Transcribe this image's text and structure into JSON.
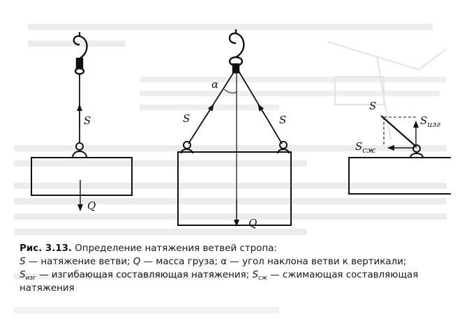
{
  "labels": {
    "S": "S",
    "Q": "Q",
    "alpha": "α",
    "S_bend_base": "S",
    "S_bend_sub": "изг",
    "S_comp_base": "S",
    "S_comp_sub": "сж"
  },
  "caption": {
    "title": "Рис. 3.13.",
    "title_rest": " Определение натяжения ветвей стропа:",
    "l2_s": "S",
    "l2_rest1": " — натяжение ветви; ",
    "l2_q": "Q",
    "l2_rest2": " — масса груза; ",
    "l2_alpha": "α",
    "l2_rest3": " — угол наклона ветви к вертикали;",
    "l3_s": "S",
    "l3_sub1": "изг",
    "l3_rest1": " — изгибающая составляющая натяжения; ",
    "l3_s2": "S",
    "l3_sub2": "сж",
    "l3_rest2": " — сжимающая составляющая",
    "l4": "натяжения"
  },
  "colors": {
    "ink": "#1a1a1a",
    "ghost_text": "#c9c9c9"
  }
}
